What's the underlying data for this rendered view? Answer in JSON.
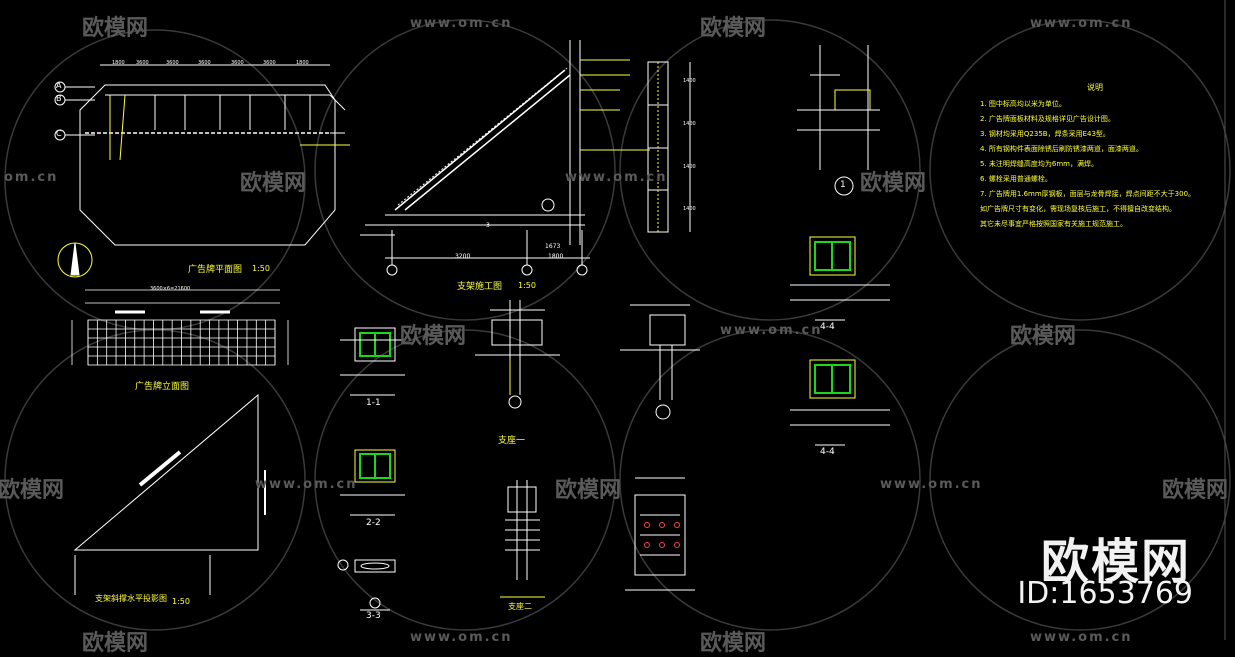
{
  "watermark": {
    "logo_text": "欧模网",
    "url_text": "www.om.cn",
    "url_partial": "om.cn",
    "logo_partial": "欧模网"
  },
  "brand": {
    "name": "欧模网",
    "id": "ID:1653769"
  },
  "titles": {
    "plan": "广告牌平面图",
    "plan_scale": "1:50",
    "elevation": "广告牌立面图",
    "support": "支架施工图",
    "support_scale": "1:50",
    "support_detail_1": "支座一",
    "support_detail_2": "支座二",
    "triangle": "支架斜撑水平投影图",
    "triangle_scale": "1:50",
    "sec_1_1": "1-1",
    "sec_2_2": "2-2",
    "sec_3_3": "3-3",
    "sec_4_4_a": "4-4",
    "sec_4_4_b": "4-4"
  },
  "grid_labels": {
    "a": "A",
    "b": "B",
    "c": "C",
    "circle_1": "1"
  },
  "notes": {
    "title": "说明",
    "items": [
      "1. 图中标高均以米为单位。",
      "2. 广告牌面板材料及规格详见广告设计图。",
      "3. 钢材均采用Q235B，焊条采用E43型。",
      "4. 所有钢构件表面除锈后刷防锈漆两道，面漆两道。",
      "5. 未注明焊缝高度均为6mm，满焊。",
      "6. 螺栓采用普通螺栓。",
      "7. 广告牌用1.6mm厚钢板，面层与龙骨焊接，焊点间距不大于300。",
      "   如广告牌尺寸有变化，需现场复核后施工，不得擅自改变结构。",
      "   其它未尽事宜严格按照国家有关施工规范施工。"
    ]
  },
  "dimensions": {
    "plan_top": [
      "1800",
      "3600",
      "3600",
      "3600",
      "3600",
      "3600",
      "1800"
    ],
    "support_vertical": [
      "1400",
      "1400",
      "1400",
      "1400"
    ],
    "support_bottom": [
      "3",
      "3200",
      "1673",
      "1800"
    ],
    "elevation_total": "3600×6=21600"
  },
  "colors": {
    "background": "#000000",
    "line_white": "#ffffff",
    "line_yellow": "#ffff3a",
    "line_green": "#18d818",
    "line_cyan": "#37d7d7",
    "watermark": "#5a5a5a"
  }
}
